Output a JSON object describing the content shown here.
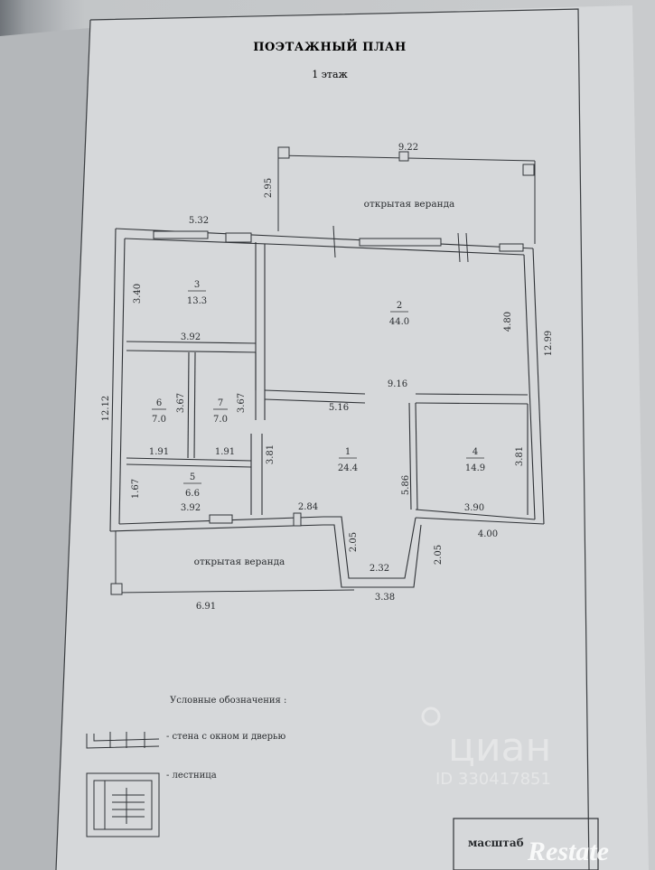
{
  "plan": {
    "title": "ПОЭТАЖНЫЙ ПЛАН",
    "floor": "1 этаж",
    "veranda_top_label": "открытая веранда",
    "veranda_bottom_label": "открытая веранда",
    "rooms": [
      {
        "num": "3",
        "area": "13.3"
      },
      {
        "num": "2",
        "area": "44.0"
      },
      {
        "num": "6",
        "area": "7.0"
      },
      {
        "num": "7",
        "area": "7.0"
      },
      {
        "num": "1",
        "area": "24.4"
      },
      {
        "num": "4",
        "area": "14.9"
      },
      {
        "num": "5",
        "area": "6.6"
      }
    ],
    "dims": {
      "top_veranda_width": "9.22",
      "top_veranda_depth": "2.95",
      "room3_width": "5.32",
      "room3_height": "3.40",
      "room3_bottom": "3.92",
      "room2_right": "4.80",
      "overall_right": "12.99",
      "room2_bottom": "9.16",
      "hall_top": "5.16",
      "overall_left": "12.12",
      "room6_h": "3.67",
      "room7_h": "3.67",
      "room6_w": "1.91",
      "room7_w": "1.91",
      "corridor_h": "3.81",
      "room1_right": "5.86",
      "room4_h": "3.81",
      "room5_h": "1.67",
      "room5_w": "3.92",
      "porch_w": "2.84",
      "room4_w": "3.90",
      "room4_outer": "4.00",
      "porch_depth_left": "2.05",
      "porch_depth_right": "2.05",
      "porch_inner": "2.32",
      "veranda_bottom_width": "6.91",
      "porch_outer": "3.38"
    }
  },
  "legend": {
    "title": "Условные обозначения :",
    "wall_window_door": "- стена с окном и дверью",
    "stairs": "- лестница"
  },
  "stamp": {
    "scale_label": "масштаб"
  },
  "watermarks": {
    "cian": "циан",
    "cian_id": "ID 330417851",
    "restate": "Restate"
  }
}
